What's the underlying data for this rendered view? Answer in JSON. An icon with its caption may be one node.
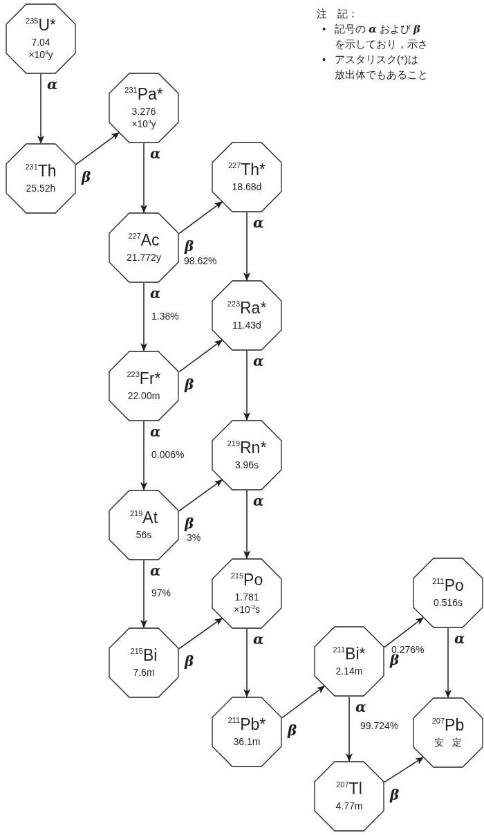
{
  "diagram": {
    "nodes": [
      {
        "text": [
          "$^{235}$U*",
          "7.04 ×10$^{8}$y"
        ]
      },
      {
        "text": [
          "$^{231}$Th",
          "25.52h"
        ]
      },
      {
        "text": [
          "$^{231}$Pa*",
          "3.276 ×10$^{4}$y"
        ]
      },
      {
        "text": [
          "$^{227}$Ac",
          "21.772y"
        ]
      },
      {
        "text": [
          "$^{227}$Th*",
          "18.68d"
        ]
      },
      {
        "text": [
          "$^{223}$Ra*",
          "11.43d"
        ]
      },
      {
        "text": [
          "$^{223}$Fr*",
          "22.00m"
        ]
      },
      {
        "text": [
          "$^{219}$Rn*",
          "3.96s"
        ]
      },
      {
        "text": [
          "$^{219}$At",
          "56s"
        ]
      },
      {
        "text": [
          "$^{215}$Po",
          "1.781 ×10$^{-3}$s"
        ]
      },
      {
        "text": [
          "$^{215}$Bi",
          "7.6m"
        ]
      },
      {
        "text": [
          "$^{211}$Pb*",
          "36.1m"
        ]
      },
      {
        "text": [
          "$^{211}$Bi*",
          "2.14m"
        ]
      },
      {
        "text": [
          "$^{211}$Po",
          "0.516s"
        ]
      },
      {
        "text": [
          "$^{207}$Pb",
          "安定"
        ]
      },
      {
        "text": [
          "$^{207}$Tl",
          "4.77m"
        ]
      }
    ],
    "edges": [
      {
        "from": 0,
        "to": 1,
        "arrow": "to",
        "label": "α"
      },
      {
        "from": 1,
        "to": 2,
        "arrow": "to",
        "label": "β"
      },
      {
        "from": 2,
        "to": 3,
        "arrow": "to",
        "label": "α"
      },
      {
        "from": 3,
        "to": 4,
        "arrow": "to",
        "label": "β"
      },
      {
        "from": 3,
        "to": 6,
        "arrow": "to",
        "label": "α"
      },
      {
        "from": 4,
        "to": 5,
        "arrow": "to",
        "label": "α"
      },
      {
        "from": 6,
        "to": 5,
        "arrow": "to",
        "label": "β"
      },
      {
        "from": 6,
        "to": 8,
        "arrow": "to",
        "label": "α"
      },
      {
        "from": 5,
        "to": 7,
        "arrow": "to",
        "label": "α"
      },
      {
        "from": 8,
        "to": 7,
        "arrow": "to",
        "label": "β"
      },
      {
        "from": 8,
        "to": 10,
        "arrow": "to",
        "label": "α"
      },
      {
        "from": 7,
        "to": 9,
        "arrow": "to",
        "label": "α"
      },
      {
        "from": 10,
        "to": 9,
        "arrow": "to",
        "label": "β"
      },
      {
        "from": 9,
        "to": 11,
        "arrow": "to",
        "label": "α"
      },
      {
        "from": 11,
        "to": 12,
        "arrow": "to",
        "label": "β"
      },
      {
        "from": 12,
        "to": 13,
        "arrow": "to",
        "label": "β"
      },
      {
        "from": 12,
        "to": 15,
        "arrow": "to",
        "label": "α"
      },
      {
        "from": 13,
        "to": 14,
        "arrow": "to",
        "label": "α"
      },
      {
        "from": 15,
        "to": 14,
        "arrow": "to",
        "label": "β"
      }
    ],
    "labels": [
      "注　記：",
      "•",
      "記号の **α** および **β**",
      "を示しており，示さ",
      "•",
      "アスタリスク(*)は",
      "放出体でもあること",
      "98.62%",
      "1.38%",
      "0.006%",
      "3%",
      "97%",
      "0.276%",
      "99.724%"
    ]
  }
}
